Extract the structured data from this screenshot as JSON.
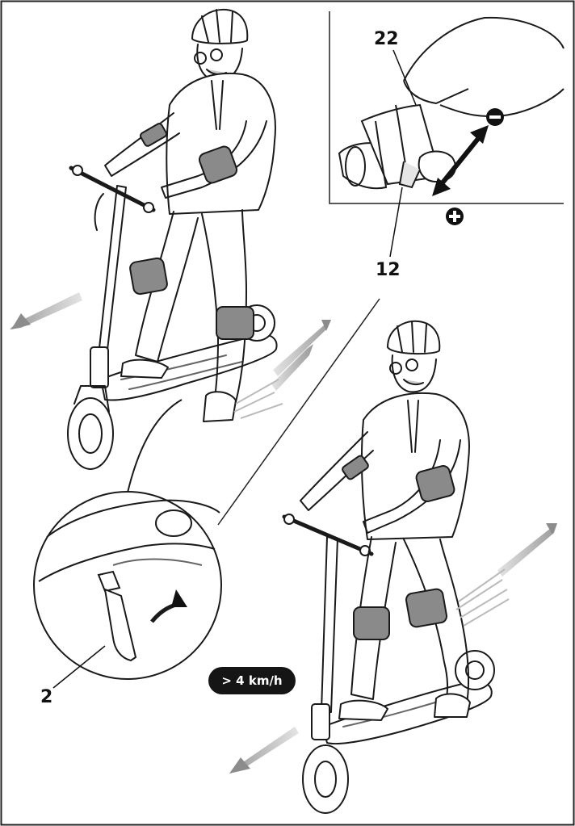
{
  "callouts": {
    "throttle": "22",
    "brake_lever": "12",
    "kickstand": "2"
  },
  "speed_badge": "> 4 km/h",
  "symbols": {
    "decrease": "minus-icon",
    "increase": "plus-icon"
  },
  "colors": {
    "line": "#1a1a1a",
    "pad": "#8a8a8a",
    "motion_arrow": "#b8b8b8",
    "badge": "#151515"
  }
}
